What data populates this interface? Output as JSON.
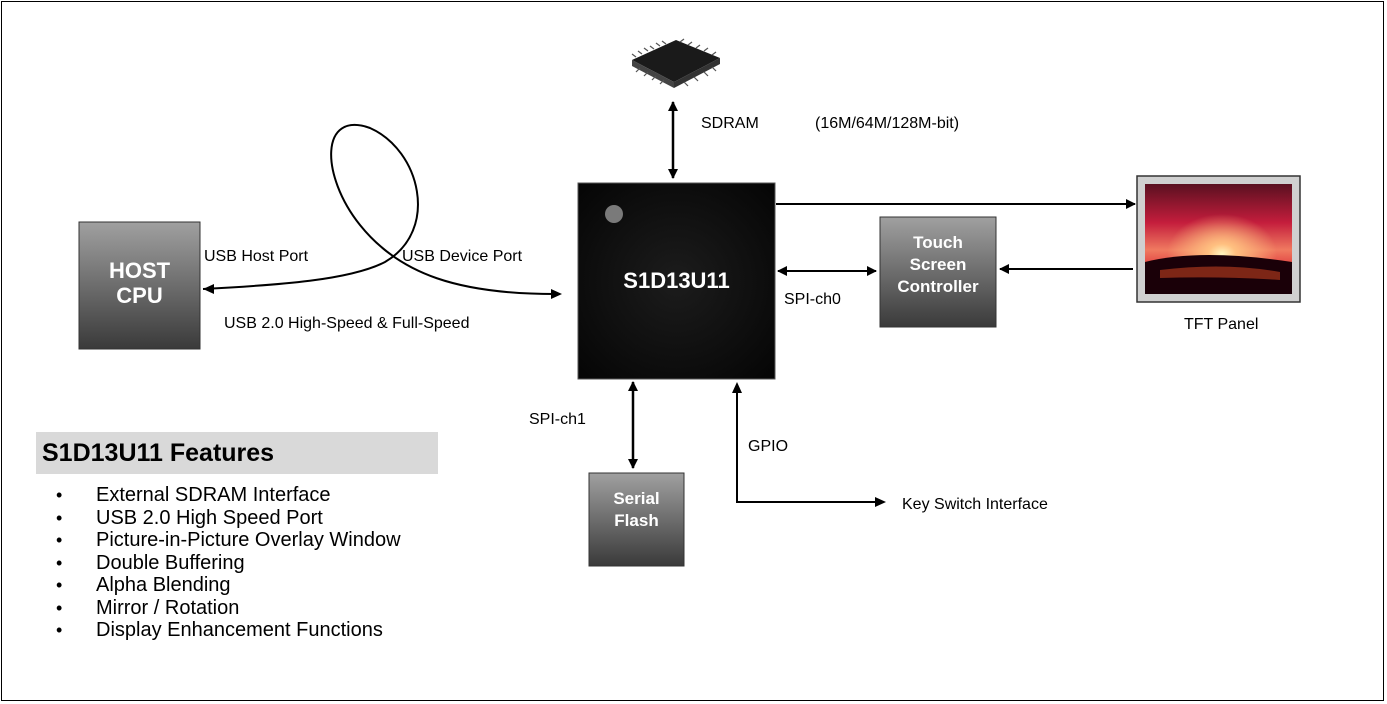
{
  "chip": {
    "label": "S1D13U11"
  },
  "host_cpu": {
    "line1": "HOST",
    "line2": "CPU"
  },
  "touch_controller": {
    "line1": "Touch",
    "line2": "Screen",
    "line3": "Controller"
  },
  "serial_flash": {
    "line1": "Serial",
    "line2": "Flash"
  },
  "labels": {
    "sdram": "SDRAM",
    "sdram_sizes": "(16M/64M/128M-bit)",
    "usb_host_port": "USB Host Port",
    "usb_device_port": "USB Device Port",
    "usb_speed": "USB 2.0 High-Speed & Full-Speed",
    "spi_ch0": "SPI-ch0",
    "spi_ch1": "SPI-ch1",
    "gpio": "GPIO",
    "key_switch": "Key Switch Interface",
    "tft_panel": "TFT Panel"
  },
  "features": {
    "title": "S1D13U11 Features",
    "bullet": "•",
    "items": [
      "External SDRAM Interface",
      "USB 2.0 High Speed Port",
      "Picture-in-Picture Overlay Window",
      "Double Buffering",
      "Alpha Blending",
      "Mirror / Rotation",
      "Display Enhancement Functions"
    ]
  },
  "colors": {
    "box_gradient_top": "#9a9a9a",
    "box_gradient_bottom": "#3a3a3a",
    "chip_body": "#101010",
    "feature_header_bg": "#d9d9d9"
  }
}
